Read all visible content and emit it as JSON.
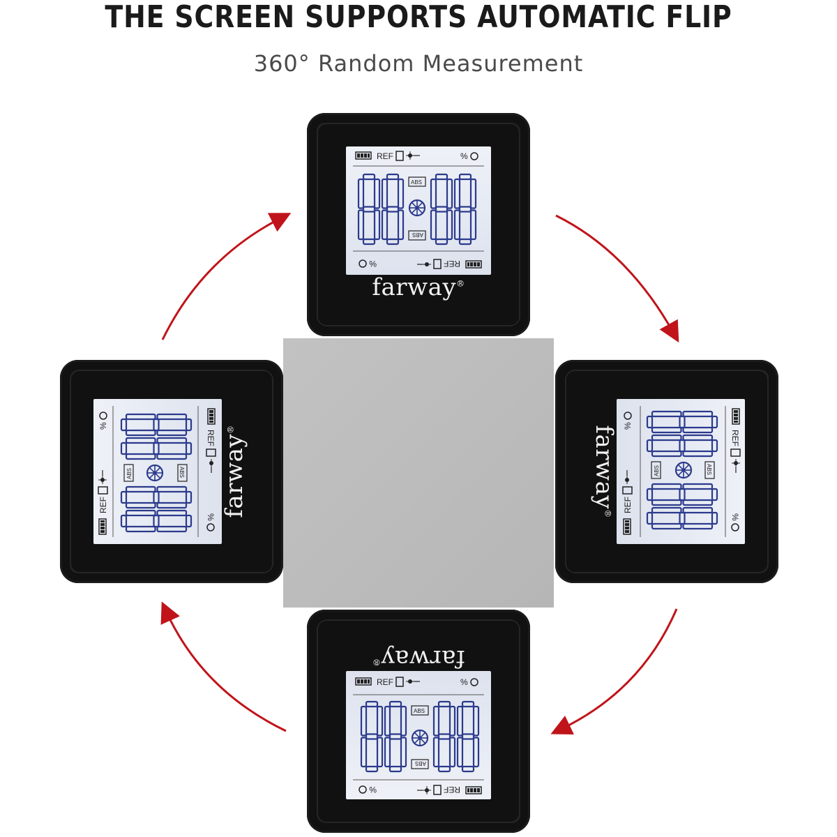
{
  "header": {
    "title": "THE SCREEN SUPPORTS AUTOMATIC FLIP",
    "subtitle": "360° Random Measurement"
  },
  "device": {
    "brand": "farway",
    "trademark": "®",
    "lcd": {
      "ref_label": "REF",
      "abs_label": "ABS",
      "percent_label": "%",
      "digits": "88.88"
    }
  },
  "devices": [
    {
      "position": "top",
      "rotation_deg": 0
    },
    {
      "position": "right",
      "rotation_deg": 90
    },
    {
      "position": "bottom",
      "rotation_deg": 180
    },
    {
      "position": "left",
      "rotation_deg": 270
    }
  ],
  "colors": {
    "arrow": "#c0141a",
    "lcd_segment": "#2b3a8c",
    "device_body": "#111111",
    "block": "#bdbdbd"
  }
}
